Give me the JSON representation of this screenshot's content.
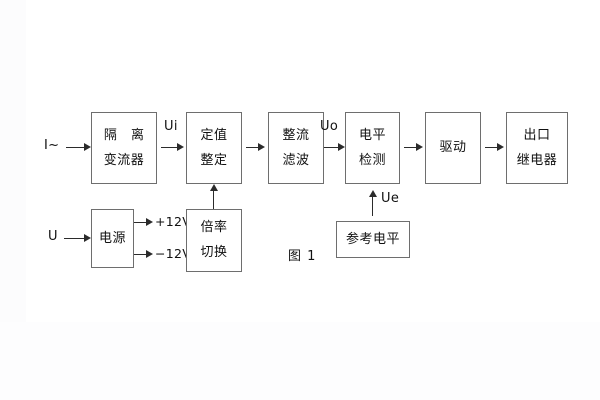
{
  "figure": {
    "caption": "图 1",
    "background": "#ffffff",
    "line_color": "#2b2b2b",
    "box_border_color": "#6e6e6e",
    "text_color": "#111111"
  },
  "blocks": [
    {
      "id": "isolation-ct",
      "line1": "隔 离",
      "line2": "变流器"
    },
    {
      "id": "setting",
      "line1": "定值",
      "line2": "整定"
    },
    {
      "id": "rectify-filter",
      "line1": "整流",
      "line2": "滤波"
    },
    {
      "id": "level-detect",
      "line1": "电平",
      "line2": "检测"
    },
    {
      "id": "drive",
      "line1": "驱动",
      "line2": ""
    },
    {
      "id": "output-relay",
      "line1": "出口",
      "line2": "继电器"
    },
    {
      "id": "power-supply",
      "line1": "电源",
      "line2": ""
    },
    {
      "id": "multiplier",
      "line1": "倍率",
      "line2": "切换"
    },
    {
      "id": "reference",
      "line1": "参考电平",
      "line2": ""
    }
  ],
  "signals": {
    "current_input": "I~",
    "voltage_input": "U",
    "ui": "Ui",
    "uo": "Uo",
    "ue": "Ue",
    "rail_pos": "+12V",
    "rail_neg": "−12V"
  }
}
